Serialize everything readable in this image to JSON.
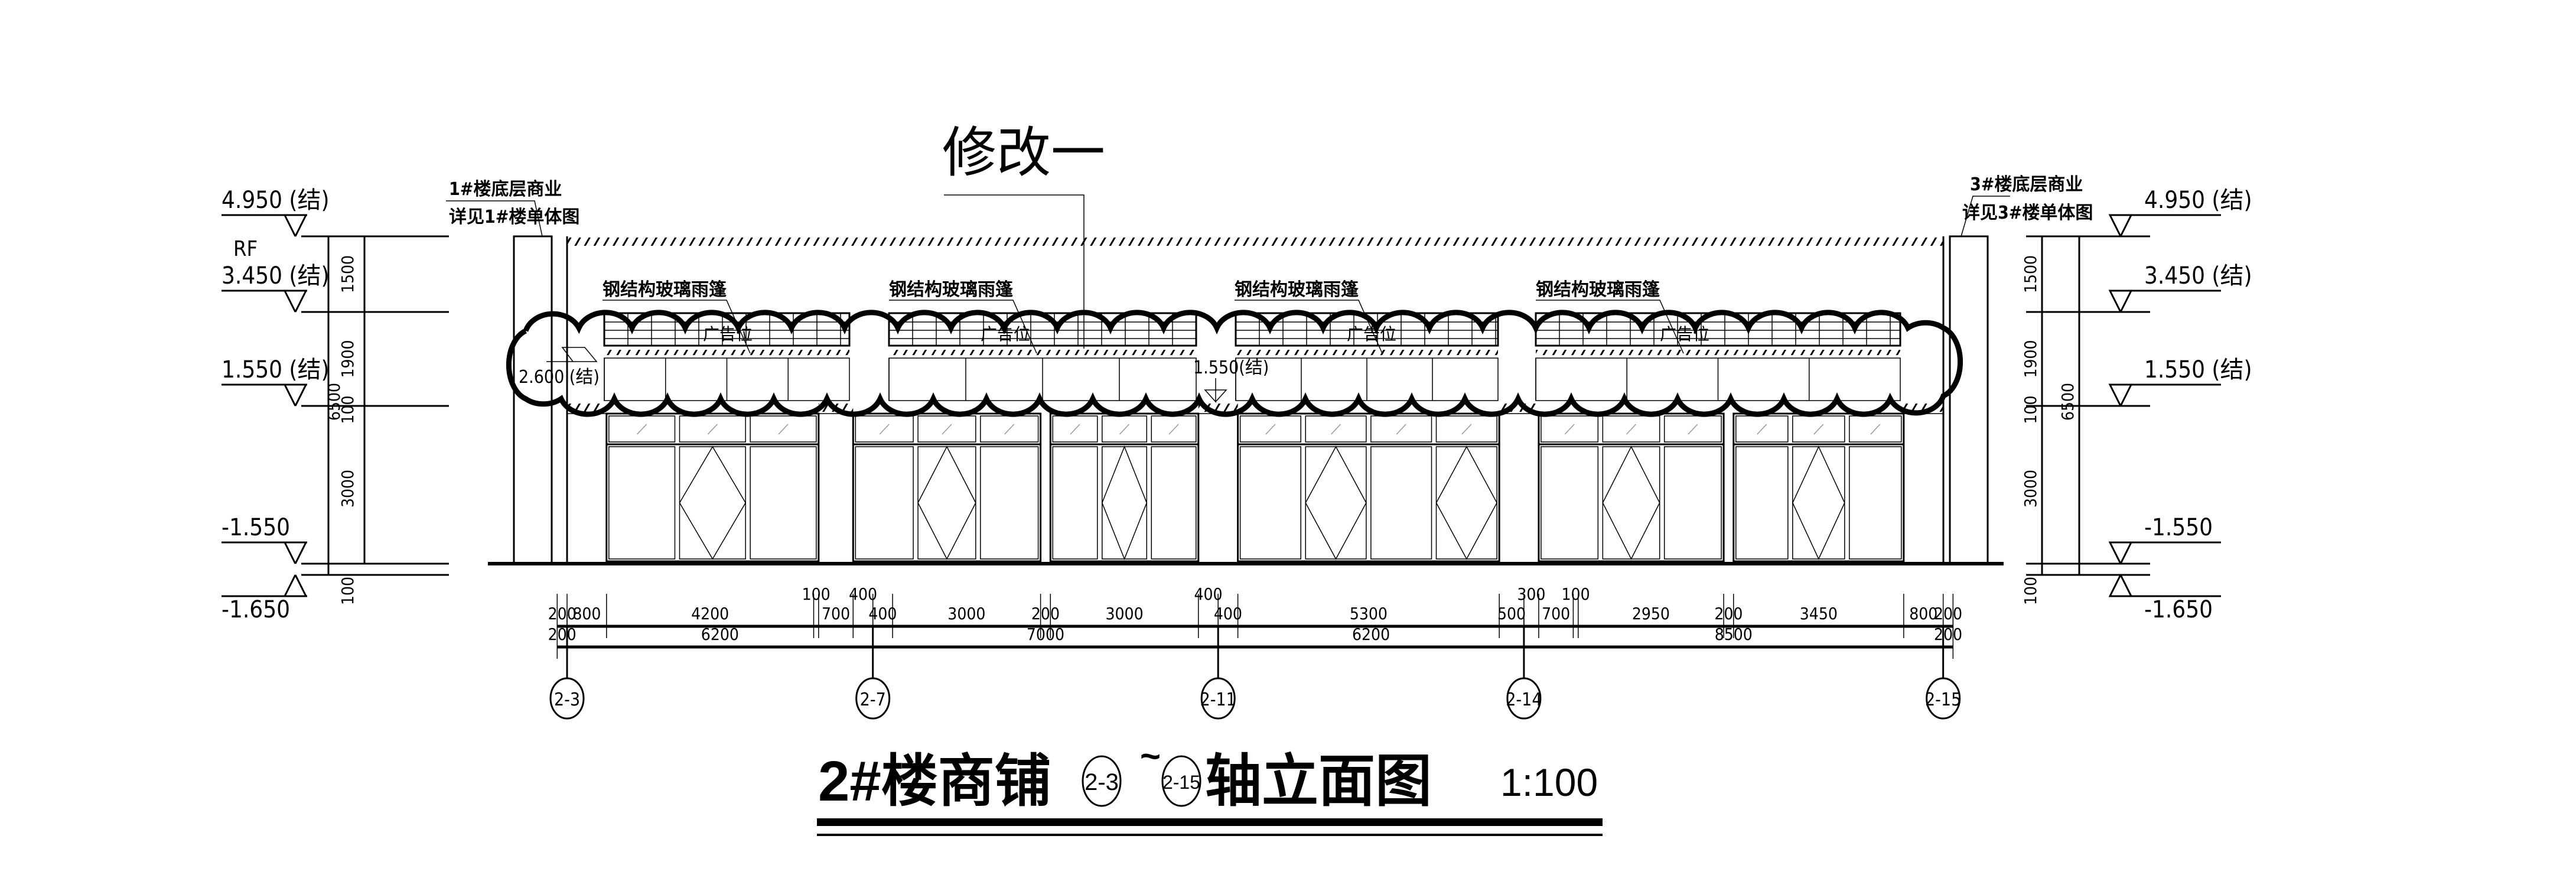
{
  "revision_note": "修改一",
  "left_building": {
    "name": "1#楼底层商业",
    "ref": "详见1#楼单体图"
  },
  "right_building": {
    "name": "3#楼底层商业",
    "ref": "详见3#楼单体图"
  },
  "canopy_label": "钢结构玻璃雨篷",
  "ad_label": "广告位",
  "levels_left": [
    {
      "prefix": "",
      "value": "4.950",
      "note": "(结)"
    },
    {
      "prefix": "RF",
      "value": "3.450",
      "note": "(结)"
    },
    {
      "prefix": "",
      "value": "1.550",
      "note": "(结)"
    },
    {
      "prefix": "",
      "value": "-1.550",
      "note": ""
    },
    {
      "prefix": "",
      "value": "-1.650",
      "note": ""
    }
  ],
  "levels_right": [
    {
      "value": "4.950",
      "note": "(结)"
    },
    {
      "value": "3.450",
      "note": "(结)"
    },
    {
      "value": "1.550",
      "note": "(结)"
    },
    {
      "value": "-1.550",
      "note": ""
    },
    {
      "value": "-1.650",
      "note": ""
    }
  ],
  "inner_levels": {
    "canopy_mid": "1.550(结)",
    "canopy_left": "2.600 (结)"
  },
  "vertical_dims": {
    "segments": [
      "1500",
      "1900",
      "100",
      "3000",
      "100"
    ],
    "total": "6500"
  },
  "horizontal_dims_row1": [
    "200",
    "800",
    "4200",
    "100",
    "700",
    "400",
    "400",
    "3000",
    "200",
    "3000",
    "400",
    "400",
    "5300",
    "500",
    "300",
    "700",
    "100",
    "2950",
    "200",
    "3450",
    "800",
    "200"
  ],
  "horizontal_dims_row2": [
    "200",
    "6200",
    "7000",
    "6200",
    "8500",
    "200"
  ],
  "axes": [
    "2-3",
    "2-7",
    "2-11",
    "2-14",
    "2-15"
  ],
  "title": {
    "prefix": "2#楼商铺",
    "axis_from": "2-3",
    "tilde": "~",
    "axis_to": "2-15",
    "suffix": "轴立面图",
    "scale": "1:100"
  }
}
